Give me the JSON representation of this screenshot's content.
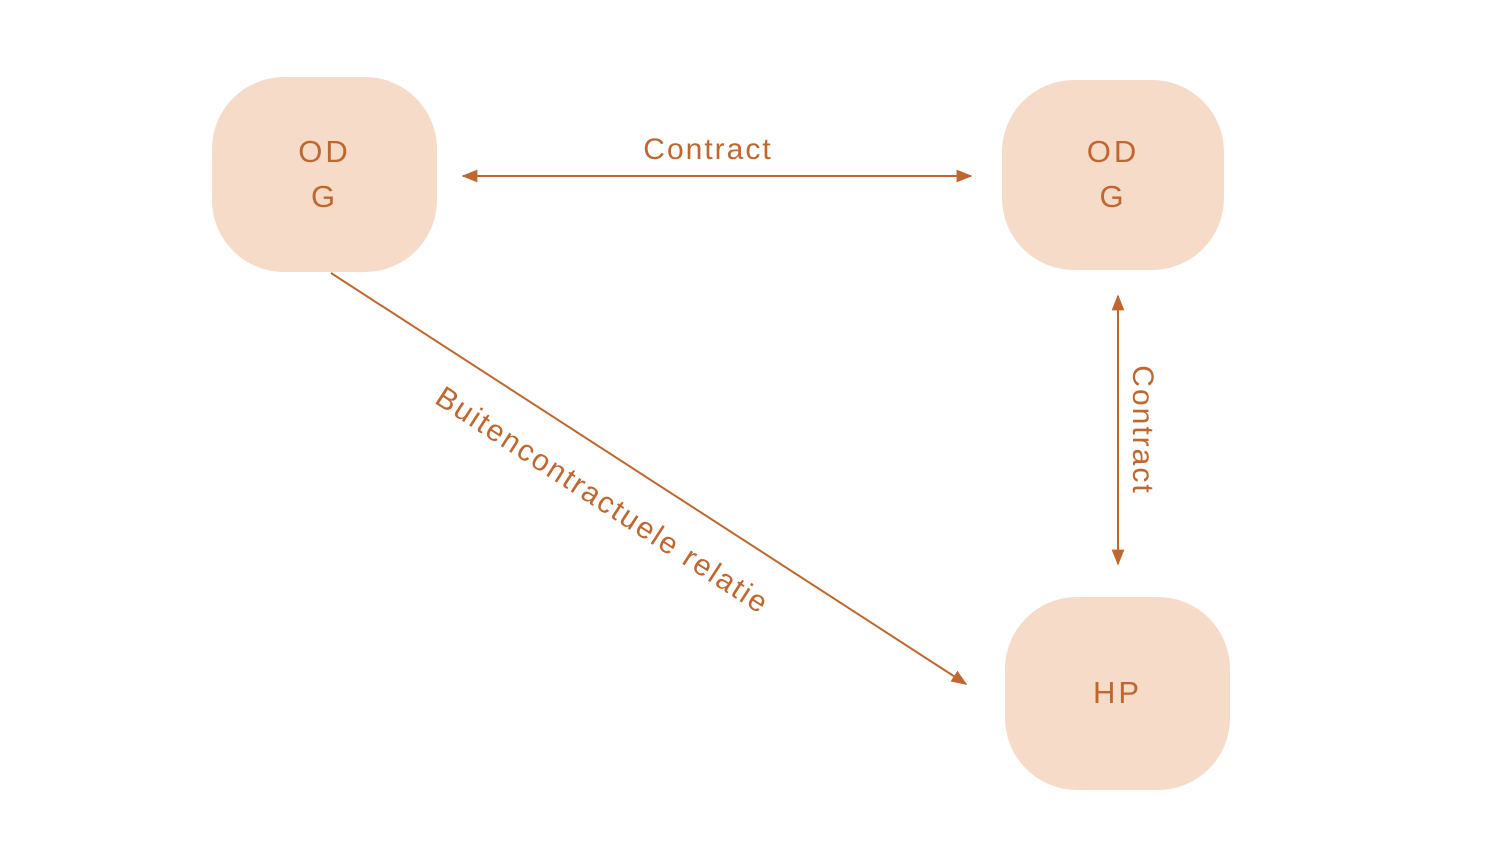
{
  "canvas": {
    "background": "#ffffff",
    "accent": "#bf6730",
    "node_fill": "#f5dbc8"
  },
  "nodes": [
    {
      "id": "odg-left",
      "lines": [
        "OD",
        "G"
      ]
    },
    {
      "id": "odg-right",
      "lines": [
        "OD",
        "G"
      ]
    },
    {
      "id": "hp",
      "lines": [
        "HP"
      ]
    }
  ],
  "edges": [
    {
      "id": "contract-top",
      "label": "Contract",
      "style": "double-arrow"
    },
    {
      "id": "contract-right",
      "label": "Contract",
      "style": "double-arrow"
    },
    {
      "id": "buitencontractuele-relatie",
      "label": "Buitencontractuele relatie",
      "style": "single-arrow"
    }
  ]
}
